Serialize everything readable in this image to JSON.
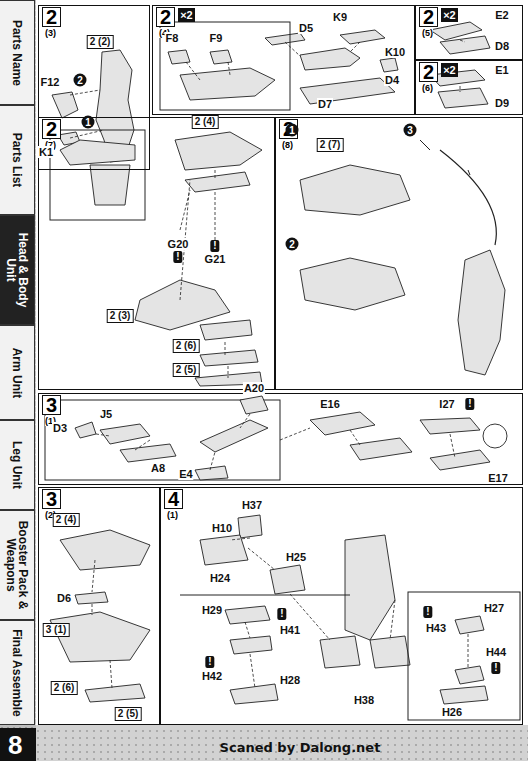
{
  "diagram": {
    "nodes": [
      {
        "text": [
          "Parts Name"
        ]
      },
      {
        "text": [
          "Parts List"
        ]
      },
      {
        "text": [
          "Head & Body Unit"
        ]
      },
      {
        "text": [
          "Arm Unit"
        ]
      },
      {
        "text": [
          "Leg Unit"
        ]
      },
      {
        "text": [
          "Booster Pack & Weapons"
        ]
      },
      {
        "text": [
          "Final Assemble"
        ]
      },
      {
        "text": [
          "8"
        ]
      },
      {
        "text": [
          "2",
          "(3)"
        ]
      },
      {
        "text": [
          "2",
          "(4)",
          "×2"
        ]
      },
      {
        "text": [
          "2",
          "(5)",
          "×2"
        ]
      },
      {
        "text": [
          "2",
          "(6)",
          "×2"
        ]
      },
      {
        "text": [
          "2",
          "(7)"
        ]
      },
      {
        "text": [
          "2",
          "(8)"
        ]
      },
      {
        "text": [
          "3",
          "(1)"
        ]
      },
      {
        "text": [
          "3",
          "(2)"
        ]
      },
      {
        "text": [
          "4",
          "(1)"
        ]
      }
    ],
    "labels": [
      "2 (2)",
      "F12",
      "2",
      "1",
      "K1",
      "D5",
      "K9",
      "K10",
      "F8",
      "F9",
      "D7",
      "D4",
      "E2",
      "D8",
      "E1",
      "D9",
      "2 (4)",
      "G20",
      "!",
      "G21",
      "!",
      "2 (3)",
      "2 (6)",
      "2 (5)",
      "2 (7)",
      "1",
      "3",
      "2",
      "D3",
      "J5",
      "A8",
      "A20",
      "E4",
      "E16",
      "I27",
      "!",
      "E17",
      "2 (4)",
      "D6",
      "3 (1)",
      "2 (6)",
      "2 (5)",
      "H37",
      "H10",
      "H25",
      "H24",
      "H29",
      "!",
      "H41",
      "!",
      "H42",
      "H28",
      "H27",
      "!",
      "H43",
      "H44",
      "!",
      "H26",
      "H38",
      "Scaned by Dalong.net"
    ]
  }
}
